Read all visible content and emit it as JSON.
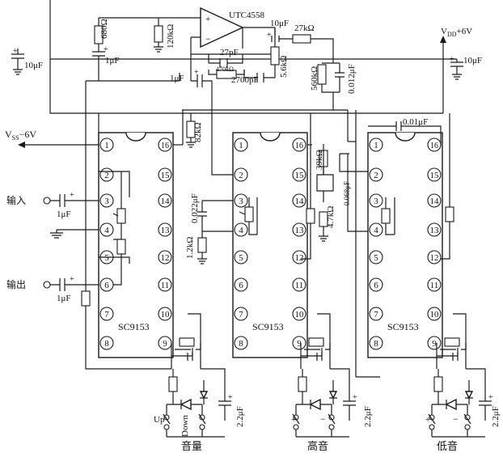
{
  "opamp": {
    "name": "UTC4558",
    "plus": "+",
    "minus": "−"
  },
  "supply": {
    "vdd_base": "V",
    "vdd_sub": "DD",
    "vdd_value": "+6V",
    "vss_base": "V",
    "vss_sub": "SS",
    "vss_value": "−6V"
  },
  "top_components": {
    "r680": "680Ω",
    "r120k": "120kΩ",
    "c10_left": "10μF",
    "c1_left": "1μF",
    "c10_out": "10μF",
    "r27k": "27kΩ",
    "c10_right": "10μF",
    "c27p": "27pF",
    "r470k": "470kΩ",
    "c2700p": "2700pF",
    "r5_6k": "5.6kΩ",
    "c1_mid": "1μF",
    "r560k": "560kΩ",
    "c0012": "0.012μF"
  },
  "chips": [
    {
      "id": "left",
      "label": "SC9153"
    },
    {
      "id": "mid",
      "label": "SC9153"
    },
    {
      "id": "right",
      "label": "SC9153"
    }
  ],
  "pins_left": [
    "1",
    "2",
    "3",
    "4",
    "5",
    "6",
    "7",
    "8"
  ],
  "pins_right": [
    "16",
    "15",
    "14",
    "13",
    "12",
    "11",
    "10",
    "9"
  ],
  "io": {
    "input_label": "输入",
    "output_label": "输出",
    "c_in": "1μF",
    "c_out": "1μF"
  },
  "mid_components": {
    "r82k": "82kΩ",
    "c0022": "0.022μF",
    "r1_2k": "1.2kΩ"
  },
  "right_components": {
    "r39k": "39kΩ",
    "c0068": "0.068μF",
    "r4_7k": "4.7kΩ",
    "c001": "0.01μF"
  },
  "bottom": {
    "up": "Up",
    "down": "Down",
    "plus": "+",
    "minus": "−",
    "c22_a": "2.2μF",
    "c22_b": "2.2μF",
    "c22_c": "2.2μF",
    "label_volume": "音量",
    "label_treble": "高音",
    "label_bass": "低音"
  }
}
